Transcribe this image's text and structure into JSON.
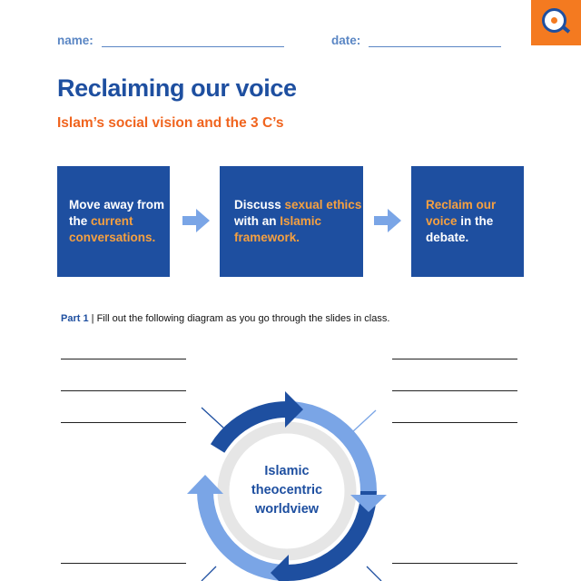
{
  "header": {
    "name_label": "name:",
    "date_label": "date:"
  },
  "logo": {
    "icon": "search-logo-icon",
    "color": "#f47a20"
  },
  "title": "Reclaiming our voice",
  "subtitle": "Islam’s social vision and the 3 C’s",
  "steps": [
    {
      "parts": [
        {
          "text": "Move away from the ",
          "highlight": false
        },
        {
          "text": "current conversations.",
          "highlight": true
        }
      ]
    },
    {
      "parts": [
        {
          "text": "Discuss ",
          "highlight": false
        },
        {
          "text": "sexual ethics",
          "highlight": true
        },
        {
          "text": " with an ",
          "highlight": false
        },
        {
          "text": "Islamic framework.",
          "highlight": true
        }
      ]
    },
    {
      "parts": [
        {
          "text": "Reclaim our voice",
          "highlight": true
        },
        {
          "text": " in the debate.",
          "highlight": false
        }
      ]
    }
  ],
  "part1": {
    "label": "Part 1",
    "separator": " | ",
    "instruction": "Fill out the following diagram as you go through the slides in class."
  },
  "diagram": {
    "center_lines": [
      "Islamic",
      "theocentric",
      "worldview"
    ]
  },
  "colors": {
    "primary_blue": "#1e4fa0",
    "light_blue": "#7aa5e6",
    "orange": "#f0641e",
    "highlight_orange": "#f5a040",
    "ring_gray": "#e6e6e6"
  }
}
